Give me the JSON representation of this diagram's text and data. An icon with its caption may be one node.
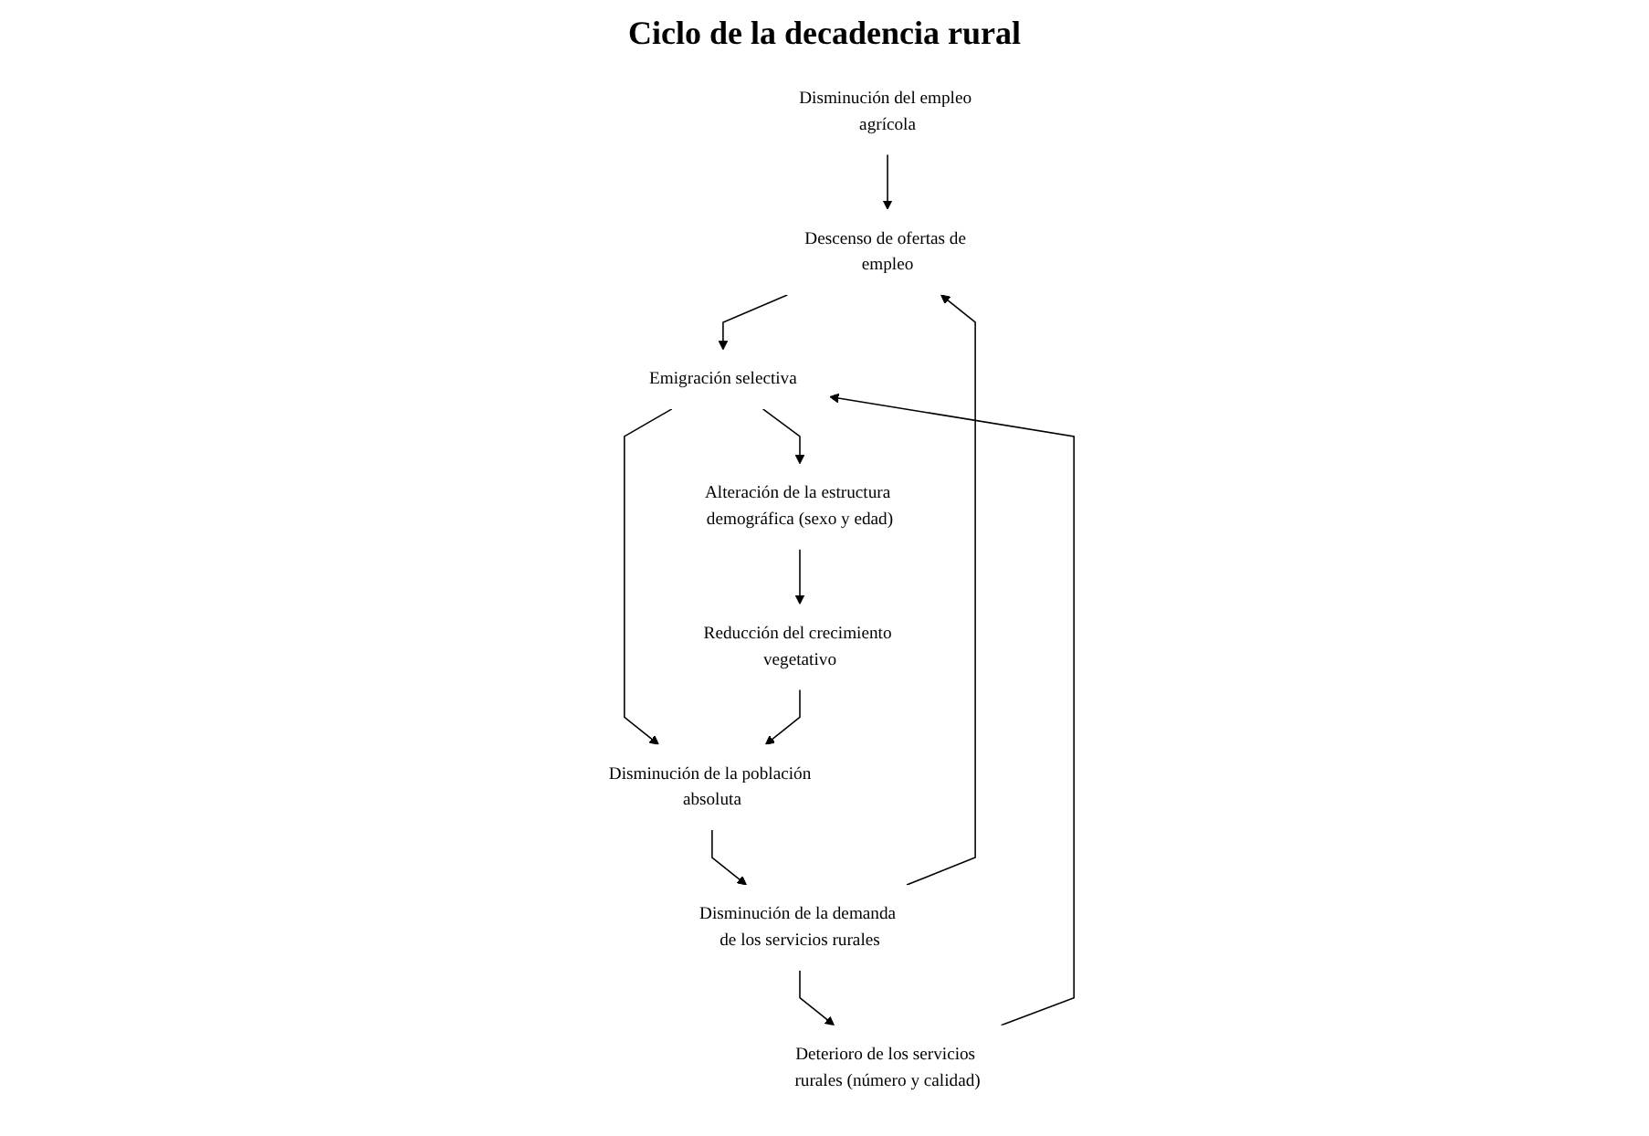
{
  "diagram": {
    "title": "Ciclo de la decadencia rural",
    "nodes": [
      {
        "text": [
          "Disminución del empleo agrícola"
        ]
      },
      {
        "text": [
          "Descenso de ofertas de empleo"
        ]
      },
      {
        "text": [
          "Disminución de la demanda de los servicios rurales"
        ]
      },
      {
        "text": [
          "Deterioro de los servicios rurales (número y calidad)"
        ]
      },
      {
        "text": [
          "Emigración selectiva"
        ]
      },
      {
        "text": [
          "Alteración de la estructura demográfica (sexo y edad)"
        ]
      },
      {
        "text": [
          "Disminución de la población absoluta"
        ]
      },
      {
        "text": [
          "Reducción del crecimiento vegetativo"
        ]
      }
    ],
    "edges": [
      {
        "from": 0,
        "to": 1,
        "arrow": "to"
      },
      {
        "from": 2,
        "to": 1,
        "arrow": "to"
      },
      {
        "from": 1,
        "to": 4,
        "arrow": "to"
      },
      {
        "from": 2,
        "to": 3,
        "arrow": "to"
      },
      {
        "from": 3,
        "to": 4,
        "arrow": "to"
      },
      {
        "from": 4,
        "to": 5,
        "arrow": "to"
      },
      {
        "from": 4,
        "to": 6,
        "arrow": "to"
      },
      {
        "from": 5,
        "to": 7,
        "arrow": "to"
      },
      {
        "from": 7,
        "to": 6,
        "arrow": "to"
      },
      {
        "from": 6,
        "to": 2,
        "arrow": "to"
      }
    ]
  }
}
